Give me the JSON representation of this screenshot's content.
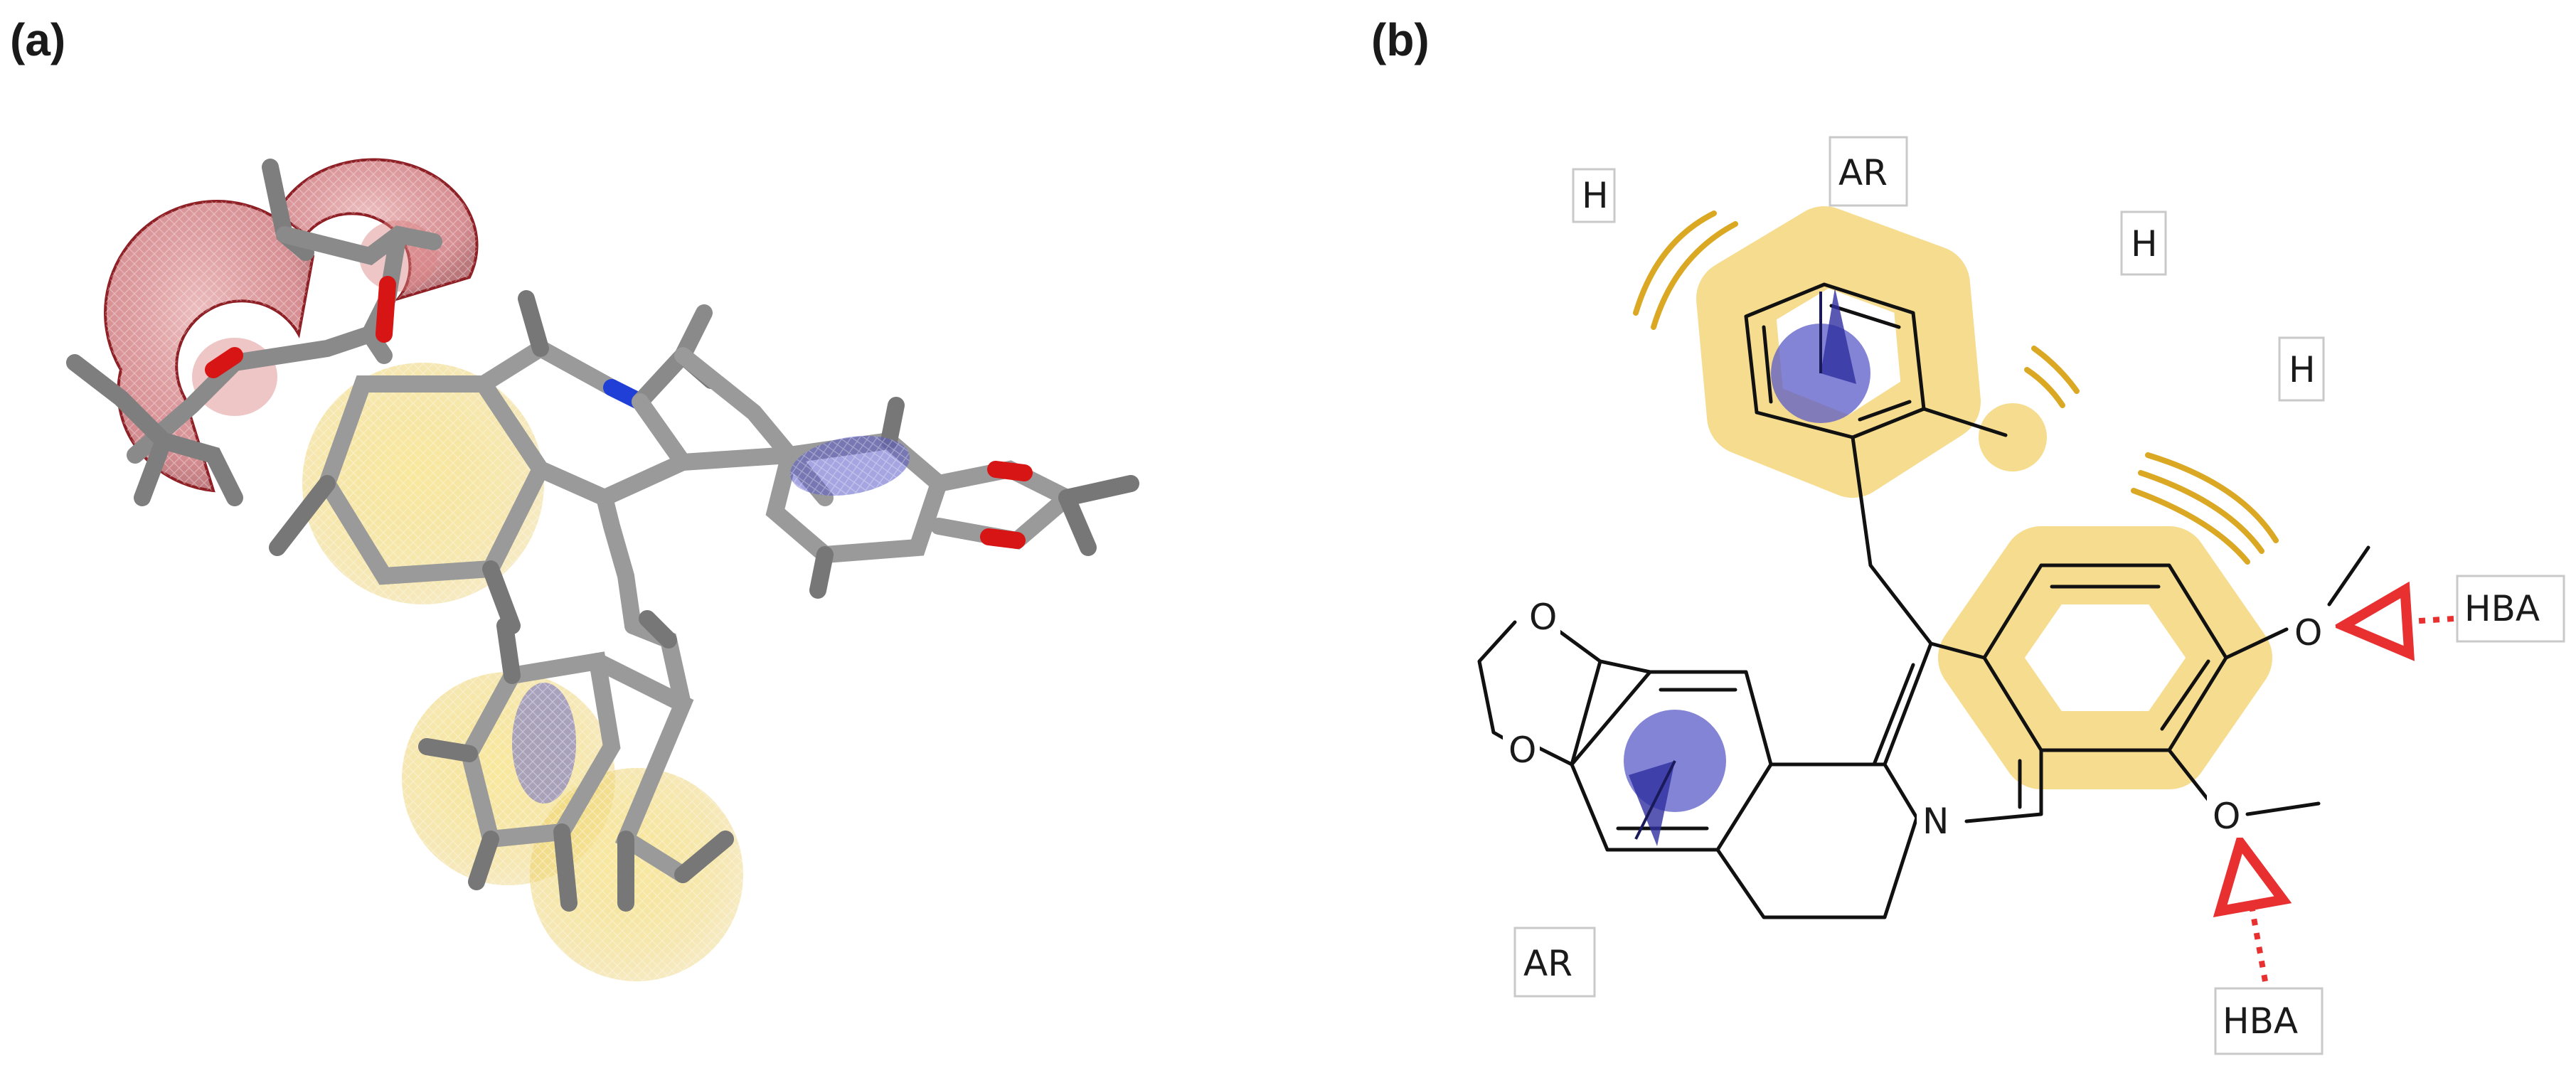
{
  "figure": {
    "panel_a_label": "(a)",
    "panel_b_label": "(b)"
  },
  "panel_b": {
    "feature_labels": {
      "h_top_left": "H",
      "ar_top": "AR",
      "h_top_mid": "H",
      "h_right": "H",
      "hba_right": "HBA",
      "hba_bottom": "HBA",
      "ar_bottom_left": "AR"
    },
    "atom_labels": {
      "o_dioxole_top": "O",
      "o_dioxole_bottom": "O",
      "n_ring": "N",
      "o_methoxy_top": "O",
      "o_methoxy_bottom": "O"
    }
  },
  "colors": {
    "hydrophobe": "#e8b84a",
    "hydrophobe_fill": "#f6dc8e",
    "aromatic": "#5b5bc8",
    "acceptor_arrow": "#e83030",
    "acceptor_sphere": "#b5333b",
    "carbon_stick": "#8e8e8e",
    "nitrogen": "#1f3fd6",
    "oxygen": "#e01010"
  }
}
